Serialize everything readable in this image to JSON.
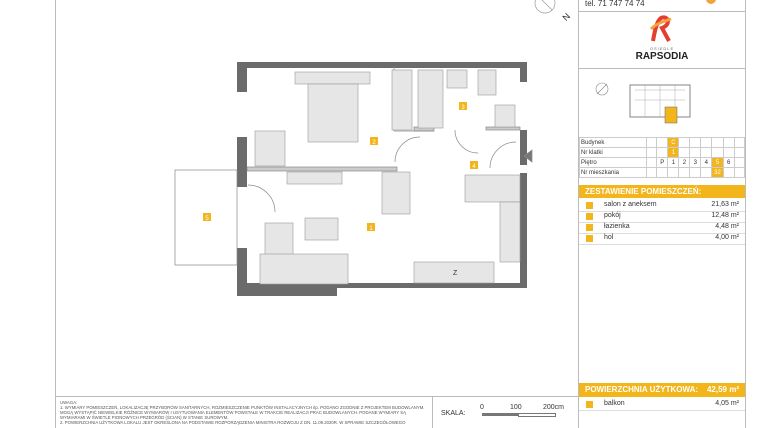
{
  "header": {
    "phone": "tel. 71 747 74 74",
    "north_label": "N"
  },
  "logo": {
    "small": "OSIEDLE",
    "name": "RAPSODIA"
  },
  "info_table": {
    "rows": [
      {
        "label": "Budynek",
        "value": "C"
      },
      {
        "label": "Nr klatki",
        "value": "1"
      },
      {
        "label": "Piętro",
        "floors": [
          "P",
          "1",
          "2",
          "3",
          "4",
          "5",
          "6"
        ],
        "selected": "5"
      },
      {
        "label": "Nr mieszkania",
        "value": "32"
      }
    ]
  },
  "rooms_summary": {
    "title": "ZESTAWIENIE POMIESZCZEŃ:",
    "rooms": [
      {
        "num": "1",
        "name": "salon z aneksem",
        "area": "21,63",
        "unit": "m²"
      },
      {
        "num": "2",
        "name": "pokój",
        "area": "12,48",
        "unit": "m²"
      },
      {
        "num": "3",
        "name": "łazienka",
        "area": "4,48",
        "unit": "m²"
      },
      {
        "num": "4",
        "name": "hol",
        "area": "4,00",
        "unit": "m²"
      }
    ],
    "total_label": "POWIERZCHNIA UŻYTKOWA:",
    "total": "42,59",
    "total_unit": "m²",
    "extra": {
      "num": "5",
      "name": "balkon",
      "area": "4,05",
      "unit": "m²"
    }
  },
  "scale": {
    "label": "SKALA:",
    "ticks": [
      "0",
      "100",
      "200cm"
    ]
  },
  "notes": {
    "title": "UWAGA:",
    "items": [
      "1. WYMIARY POMIESZCZEŃ, LOKALIZACJĘ PRZYBORÓW SANITARNYCH, ROZMIESZCZENIE PUNKTÓW INSTALACYJNYCH itp. PODANO ZGODNIE Z PROJEKTEM BUDOWLANYM. MOGĄ WYSTĄPIĆ NIEWIELKIE RÓŻNICE WYMIARÓW I USYTUOWANIA ELEMENTÓW POWSTAŁE W TRAKCIE REALIZACJI PRAC BUDOWLANYCH. PODANE WYMIARY SĄ WYMIARAMI W ŚWIETLE PIONOWYCH PRZEGRÓD (ŚCIAN) W STANIE SUROWYM.",
      "2. POWIERZCHNIA UŻYTKOWA LOKALU JEST OKREŚLONA NA PODSTAWIE ROZPORZĄDZENIA MINISTRA ROZWOJU Z DN. 11.09.2020R. W SPRAWIE SZCZEGÓŁOWEGO"
    ]
  },
  "plan": {
    "labels": [
      "1",
      "2",
      "3",
      "4",
      "5"
    ],
    "fridge_label": "Z"
  },
  "colors": {
    "accent": "#f2b51c",
    "wall": "#6b6b6b",
    "furniture": "#e6e6e6"
  }
}
